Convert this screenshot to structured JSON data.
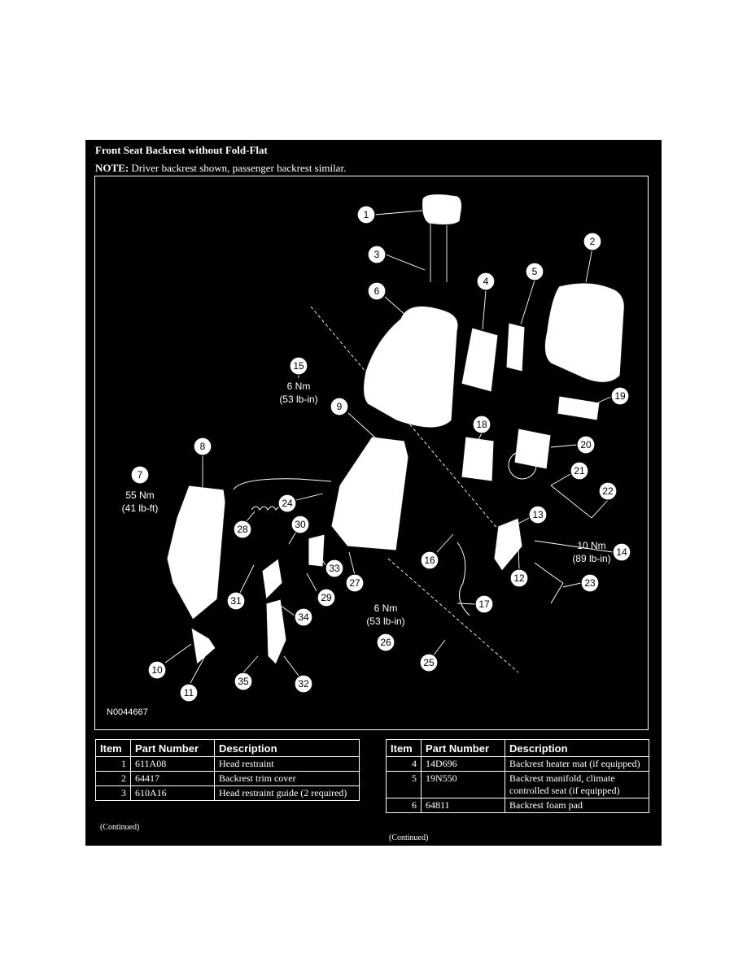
{
  "header": {
    "title": "Front Seat Backrest without Fold-Flat",
    "note_label": "NOTE:",
    "note_text": " Driver backrest shown, passenger backrest similar."
  },
  "figure": {
    "id": "N0044667",
    "callouts": [
      "1",
      "2",
      "3",
      "4",
      "5",
      "6",
      "7",
      "8",
      "9",
      "10",
      "11",
      "12",
      "13",
      "14",
      "15",
      "16",
      "17",
      "18",
      "19",
      "20",
      "21",
      "22",
      "23",
      "24",
      "25",
      "26",
      "27",
      "28",
      "29",
      "30",
      "31",
      "32",
      "33",
      "34",
      "35"
    ],
    "torques": {
      "t15": [
        "6 Nm",
        "(53 lb-in)"
      ],
      "t7": [
        "55 Nm",
        "(41 lb-ft)"
      ],
      "t14": [
        "10 Nm",
        "(89 lb-in)"
      ],
      "t26": [
        "6 Nm",
        "(53 lb-in)"
      ]
    }
  },
  "table_left": {
    "headers": [
      "Item",
      "Part Number",
      "Description"
    ],
    "rows": [
      {
        "item": "1",
        "part": "611A08",
        "desc": "Head restraint"
      },
      {
        "item": "2",
        "part": "64417",
        "desc": "Backrest trim cover"
      },
      {
        "item": "3",
        "part": "610A16",
        "desc": "Head restraint guide (2 required)"
      }
    ],
    "continued": "(Continued)"
  },
  "table_right": {
    "headers": [
      "Item",
      "Part Number",
      "Description"
    ],
    "rows": [
      {
        "item": "4",
        "part": "14D696",
        "desc": "Backrest heater mat (if equipped)"
      },
      {
        "item": "5",
        "part": "19N550",
        "desc": "Backrest manifold, climate controlled seat (if equipped)"
      },
      {
        "item": "6",
        "part": "64811",
        "desc": "Backrest foam pad"
      }
    ],
    "continued": "(Continued)"
  }
}
